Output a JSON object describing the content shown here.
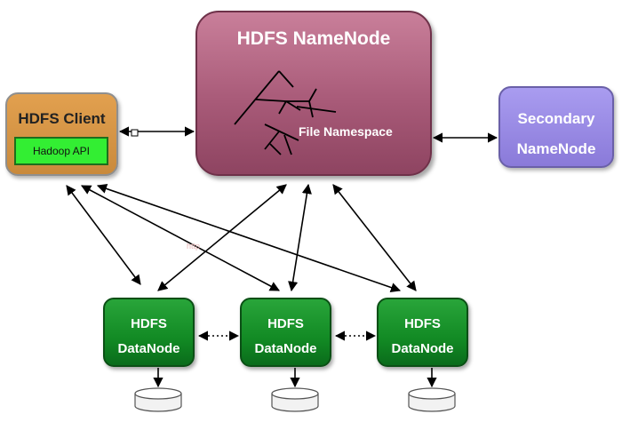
{
  "namenode": {
    "title": "HDFS NameNode",
    "namespace_label": "File Namespace",
    "icon": "tree-icon"
  },
  "client": {
    "title": "HDFS Client",
    "api_label": "Hadoop API"
  },
  "secondary": {
    "line1": "Secondary",
    "line2": "NameNode"
  },
  "datanodes": [
    {
      "line1": "HDFS",
      "line2": "DataNode"
    },
    {
      "line1": "HDFS",
      "line2": "DataNode"
    },
    {
      "line1": "HDFS",
      "line2": "DataNode"
    }
  ],
  "watermark": "http",
  "colors": {
    "namenode": "#a85a78",
    "client": "#d6963f",
    "api": "#33ee33",
    "secondary": "#9a8ae6",
    "datanode": "#128a24"
  }
}
